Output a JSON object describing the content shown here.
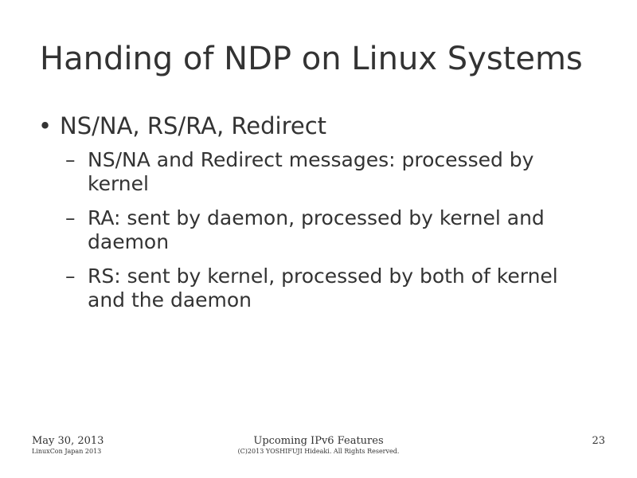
{
  "slide": {
    "title": "Handing of NDP on Linux Systems",
    "bullets": [
      {
        "marker": "•",
        "text": "NS/NA, RS/RA, Redirect",
        "sub_bullets": [
          {
            "marker": "–",
            "text": "NS/NA and Redirect messages: processed by kernel"
          },
          {
            "marker": "–",
            "text": "RA: sent by daemon, processed by kernel and daemon"
          },
          {
            "marker": "–",
            "text": "RS: sent by kernel, processed by both of kernel and the daemon"
          }
        ]
      }
    ]
  },
  "footer": {
    "date": "May 30, 2013",
    "event": "LinuxCon Japan 2013",
    "presentation_title": "Upcoming IPv6 Features",
    "copyright": "(C)2013 YOSHIFUJI Hideaki. All Rights Reserved.",
    "page_number": "23"
  }
}
